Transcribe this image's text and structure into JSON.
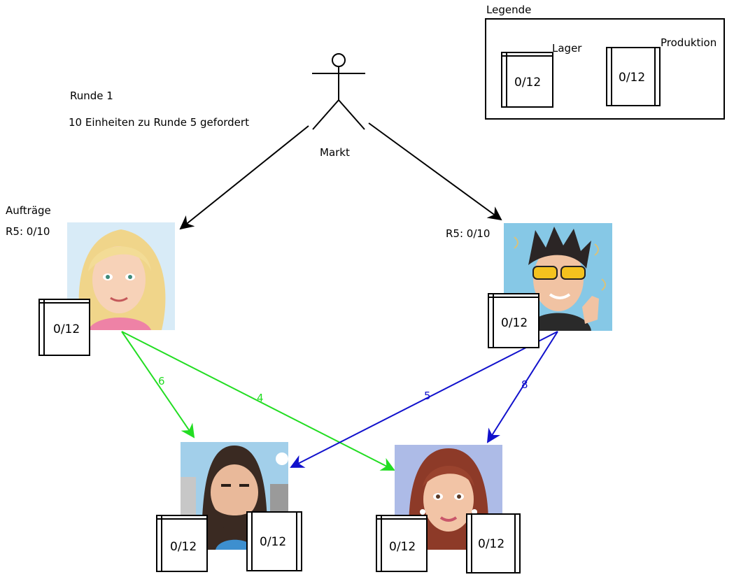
{
  "round_title": "Runde 1",
  "round_demand": "10 Einheiten zu Runde 5 gefordert",
  "market_label": "Markt",
  "legend": {
    "title": "Legende",
    "lager_label": "Lager",
    "produktion_label": "Produktion",
    "lager_value": "0/12",
    "produktion_value": "0/12"
  },
  "orders_heading": "Aufträge",
  "players": {
    "top_left": {
      "orders": "R5: 0/10",
      "lager": "0/12"
    },
    "top_right": {
      "orders": "R5: 0/10",
      "lager": "0/12"
    },
    "bottom_left": {
      "lager": "0/12",
      "produktion": "0/12"
    },
    "bottom_right": {
      "lager": "0/12",
      "produktion": "0/12"
    }
  },
  "flows": {
    "green_to_left": "6",
    "green_to_right": "4",
    "blue_to_left": "5",
    "blue_to_right": "8"
  },
  "colors": {
    "green": "#22dd22",
    "blue": "#1111cc",
    "black": "#000000"
  }
}
